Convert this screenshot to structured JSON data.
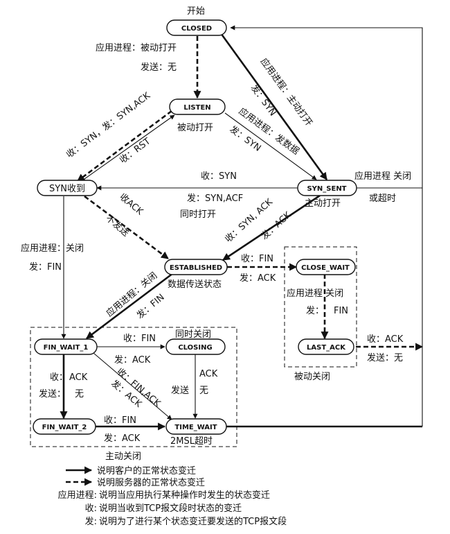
{
  "title": "开始",
  "states": {
    "closed": "CLOSED",
    "listen": "LISTEN",
    "syn_rcvd": "SYN收到",
    "syn_sent": "SYN_SENT",
    "established": "ESTABLISHED",
    "close_wait": "CLOSE_WAIT",
    "last_ack": "LAST_ACK",
    "fin_wait_1": "FIN_WAIT_1",
    "closing": "CLOSING",
    "fin_wait_2": "FIN_WAIT_2",
    "time_wait": "TIME_WAIT"
  },
  "labels": {
    "closed_listen_a": "应用进程：被动打开",
    "closed_listen_b": "发送：无",
    "listen_caption": "被动打开",
    "closed_synsent_a": "应用进程：主动打开",
    "closed_synsent_b": "发：SYN",
    "listen_synsent_a": "应用进程：发数据",
    "listen_synsent_b": "发：SYN",
    "listen_synrcvd_a": "收：SYN，发：SYN,ACK",
    "synrcvd_listen": "收：RST",
    "synsent_close_a": "应用进程 关闭",
    "synsent_close_b": "或超时",
    "synsent_synrcvd_a": "收：SYN",
    "synsent_synrcvd_b": "发：SYN,ACF",
    "synsent_synrcvd_c": "同时打开",
    "synsent_caption": "主动打开",
    "synrcvd_est_a": "收ACK",
    "synrcvd_est_b": "不发送",
    "synsent_est_a": "收：SYN, ACK",
    "synsent_est_b": "发：ACK",
    "synrcvd_fw1_a": "应用进程：关闭",
    "synrcvd_fw1_b": "发：FIN",
    "est_cw_a": "收：FIN",
    "est_cw_b": "发：ACK",
    "est_caption": "数据传送状态",
    "est_fw1_a": "应用进程：关闭",
    "est_fw1_b": "发：FIN",
    "cw_la_a": "应用进程 关闭",
    "cw_la_b1": "发：",
    "cw_la_b2": "FIN",
    "la_closed_a": "收：ACK",
    "la_closed_b": "发送：无",
    "passive_close": "被动关闭",
    "fw1_closing_a": "收：FIN",
    "fw1_closing_b": "发：ACK",
    "simul_close": "同时关闭",
    "closing_tw_a": "ACK",
    "closing_tw_b": "发送",
    "closing_tw_c": "无",
    "fw1_tw_a": "收：FIN,ACK",
    "fw1_tw_b": "发：ACK",
    "fw1_fw2_a1": "收：",
    "fw1_fw2_a2": "ACK",
    "fw1_fw2_b1": "发送：",
    "fw1_fw2_b2": "无",
    "fw2_tw_a": "收：FIN",
    "fw2_tw_b": "发：ACK",
    "tw_caption": "2MSL超时",
    "active_close": "主动关闭"
  },
  "legend": {
    "client": "说明客户的正常状态变迁",
    "server": "说明服务器的正常状态变迁",
    "app_key": "应用进程:",
    "app": "说明当应用执行某种操作时发生的状态变迁",
    "rcv_key": "收:",
    "rcv": "说明当收到TCP报文段时状态的变迁",
    "snd_key": "发:",
    "snd": "说明为了进行某个状态变迁要发送的TCP报文段"
  }
}
